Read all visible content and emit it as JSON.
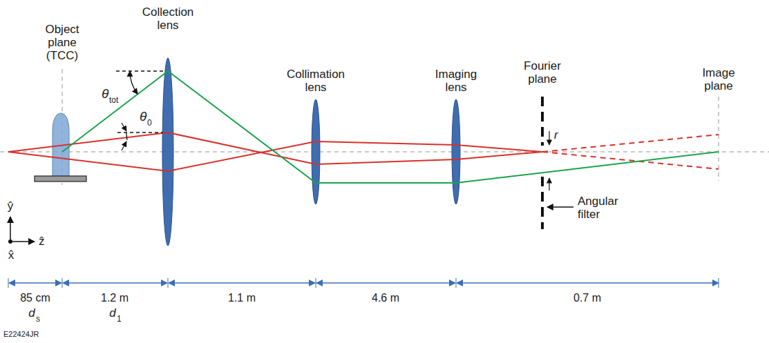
{
  "diagram": {
    "labels": [
      "Object plane (TCC)",
      "Collection lens",
      "θ",
      "tot",
      "θ",
      "0",
      "Collimation lens",
      "Imaging lens",
      "Fourier plane",
      "Image plane",
      "r",
      "Angular filter",
      "ŷ",
      "ẑ",
      "x̂",
      "85 cm",
      "d",
      "s",
      "1.2 m",
      "d",
      "1",
      "1.1 m",
      "4.6 m",
      "0.7 m",
      "E22424JR"
    ]
  }
}
